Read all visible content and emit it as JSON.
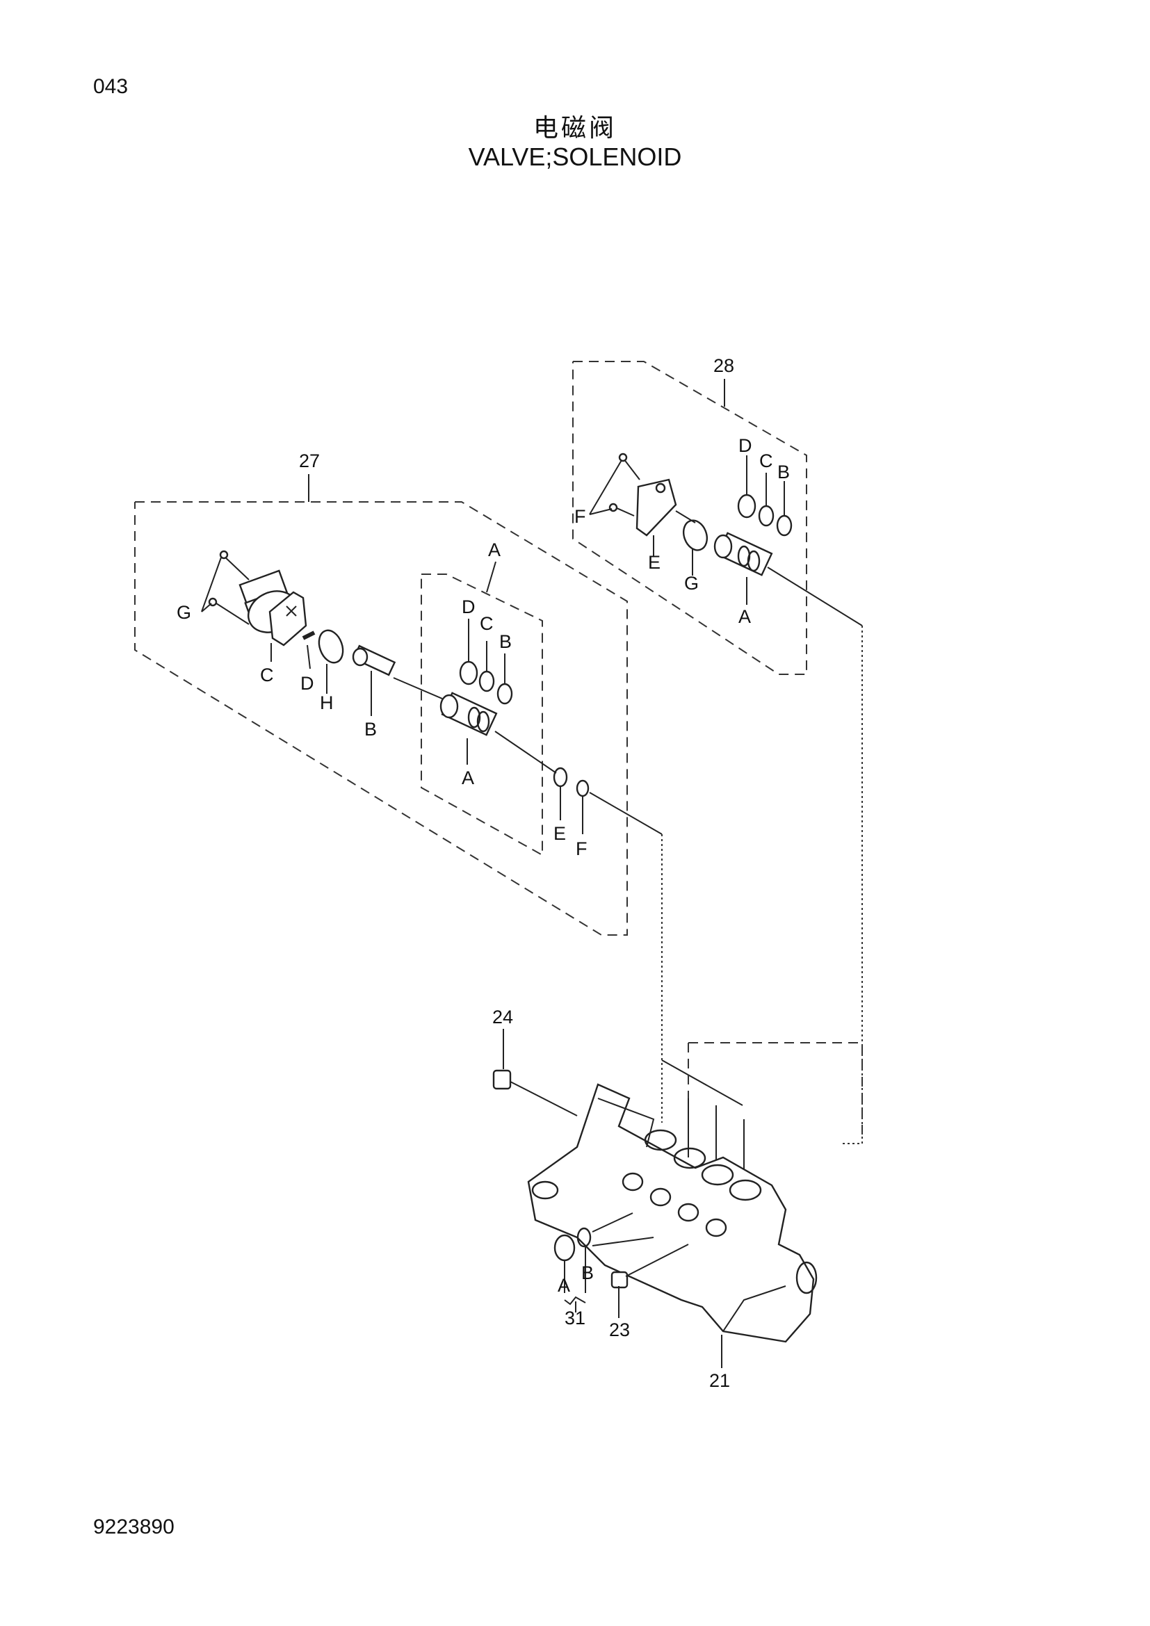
{
  "header": {
    "page_number": "043",
    "title_cn": "电磁阀",
    "title_en": "VALVE;SOLENOID"
  },
  "footer": {
    "doc_code": "9223890"
  },
  "callouts": {
    "n27": "27",
    "n28": "28",
    "n24": "24",
    "n23": "23",
    "n21": "21",
    "n31": "31",
    "a27_A": "A",
    "a27_D": "D",
    "a27_C": "C",
    "a27_B": "B",
    "a27_A2": "A",
    "a27_E": "E",
    "a27_F": "F",
    "s27_G": "G",
    "s27_C": "C",
    "s27_D": "D",
    "s27_H": "H",
    "s27_B": "B",
    "s28_D": "D",
    "s28_C": "C",
    "s28_B": "B",
    "s28_F": "F",
    "s28_E": "E",
    "s28_G": "G",
    "s28_A": "A",
    "p31_A": "A",
    "p31_B": "B"
  }
}
